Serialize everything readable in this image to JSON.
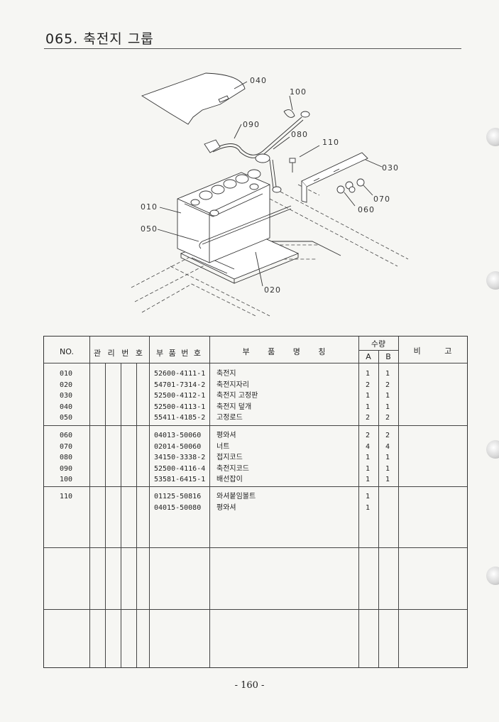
{
  "page": {
    "title": "065. 축전지 그룹",
    "page_number": "- 160 -"
  },
  "diagram": {
    "callouts": [
      "040",
      "100",
      "090",
      "080",
      "110",
      "030",
      "070",
      "060",
      "010",
      "050",
      "020"
    ]
  },
  "table": {
    "headers": {
      "no": "NO.",
      "manage_no": "관 리 번 호",
      "part_no": "부 품 번 호",
      "part_name": "부 품 명 칭",
      "qty": "수량",
      "qty_a": "A",
      "qty_b": "B",
      "remark": "비 고"
    },
    "groups": [
      {
        "rows": [
          {
            "no": "010",
            "part_no": "52600-4111-1",
            "name": "축전지",
            "a": "1",
            "b": "1"
          },
          {
            "no": "020",
            "part_no": "54701-7314-2",
            "name": "축전지자리",
            "a": "2",
            "b": "2"
          },
          {
            "no": "030",
            "part_no": "52500-4112-1",
            "name": "축전지 고정판",
            "a": "1",
            "b": "1"
          },
          {
            "no": "040",
            "part_no": "52500-4113-1",
            "name": "축전지 덮개",
            "a": "1",
            "b": "1"
          },
          {
            "no": "050",
            "part_no": "55411-4185-2",
            "name": "고정로드",
            "a": "2",
            "b": "2"
          }
        ]
      },
      {
        "rows": [
          {
            "no": "060",
            "part_no": "04013-50060",
            "name": "평와셔",
            "a": "2",
            "b": "2"
          },
          {
            "no": "070",
            "part_no": "02014-50060",
            "name": "너트",
            "a": "4",
            "b": "4"
          },
          {
            "no": "080",
            "part_no": "34150-3338-2",
            "name": "접지코드",
            "a": "1",
            "b": "1"
          },
          {
            "no": "090",
            "part_no": "52500-4116-4",
            "name": "축전지코드",
            "a": "1",
            "b": "1"
          },
          {
            "no": "100",
            "part_no": "53581-6415-1",
            "name": "배선잡이",
            "a": "1",
            "b": "1"
          }
        ]
      },
      {
        "rows": [
          {
            "no": "110",
            "part_no": "01125-50816",
            "name": "와셔붙임볼트",
            "a": "1",
            "b": ""
          },
          {
            "no": "",
            "part_no": "04015-50080",
            "name": "평와셔",
            "a": "1",
            "b": ""
          }
        ]
      }
    ]
  }
}
